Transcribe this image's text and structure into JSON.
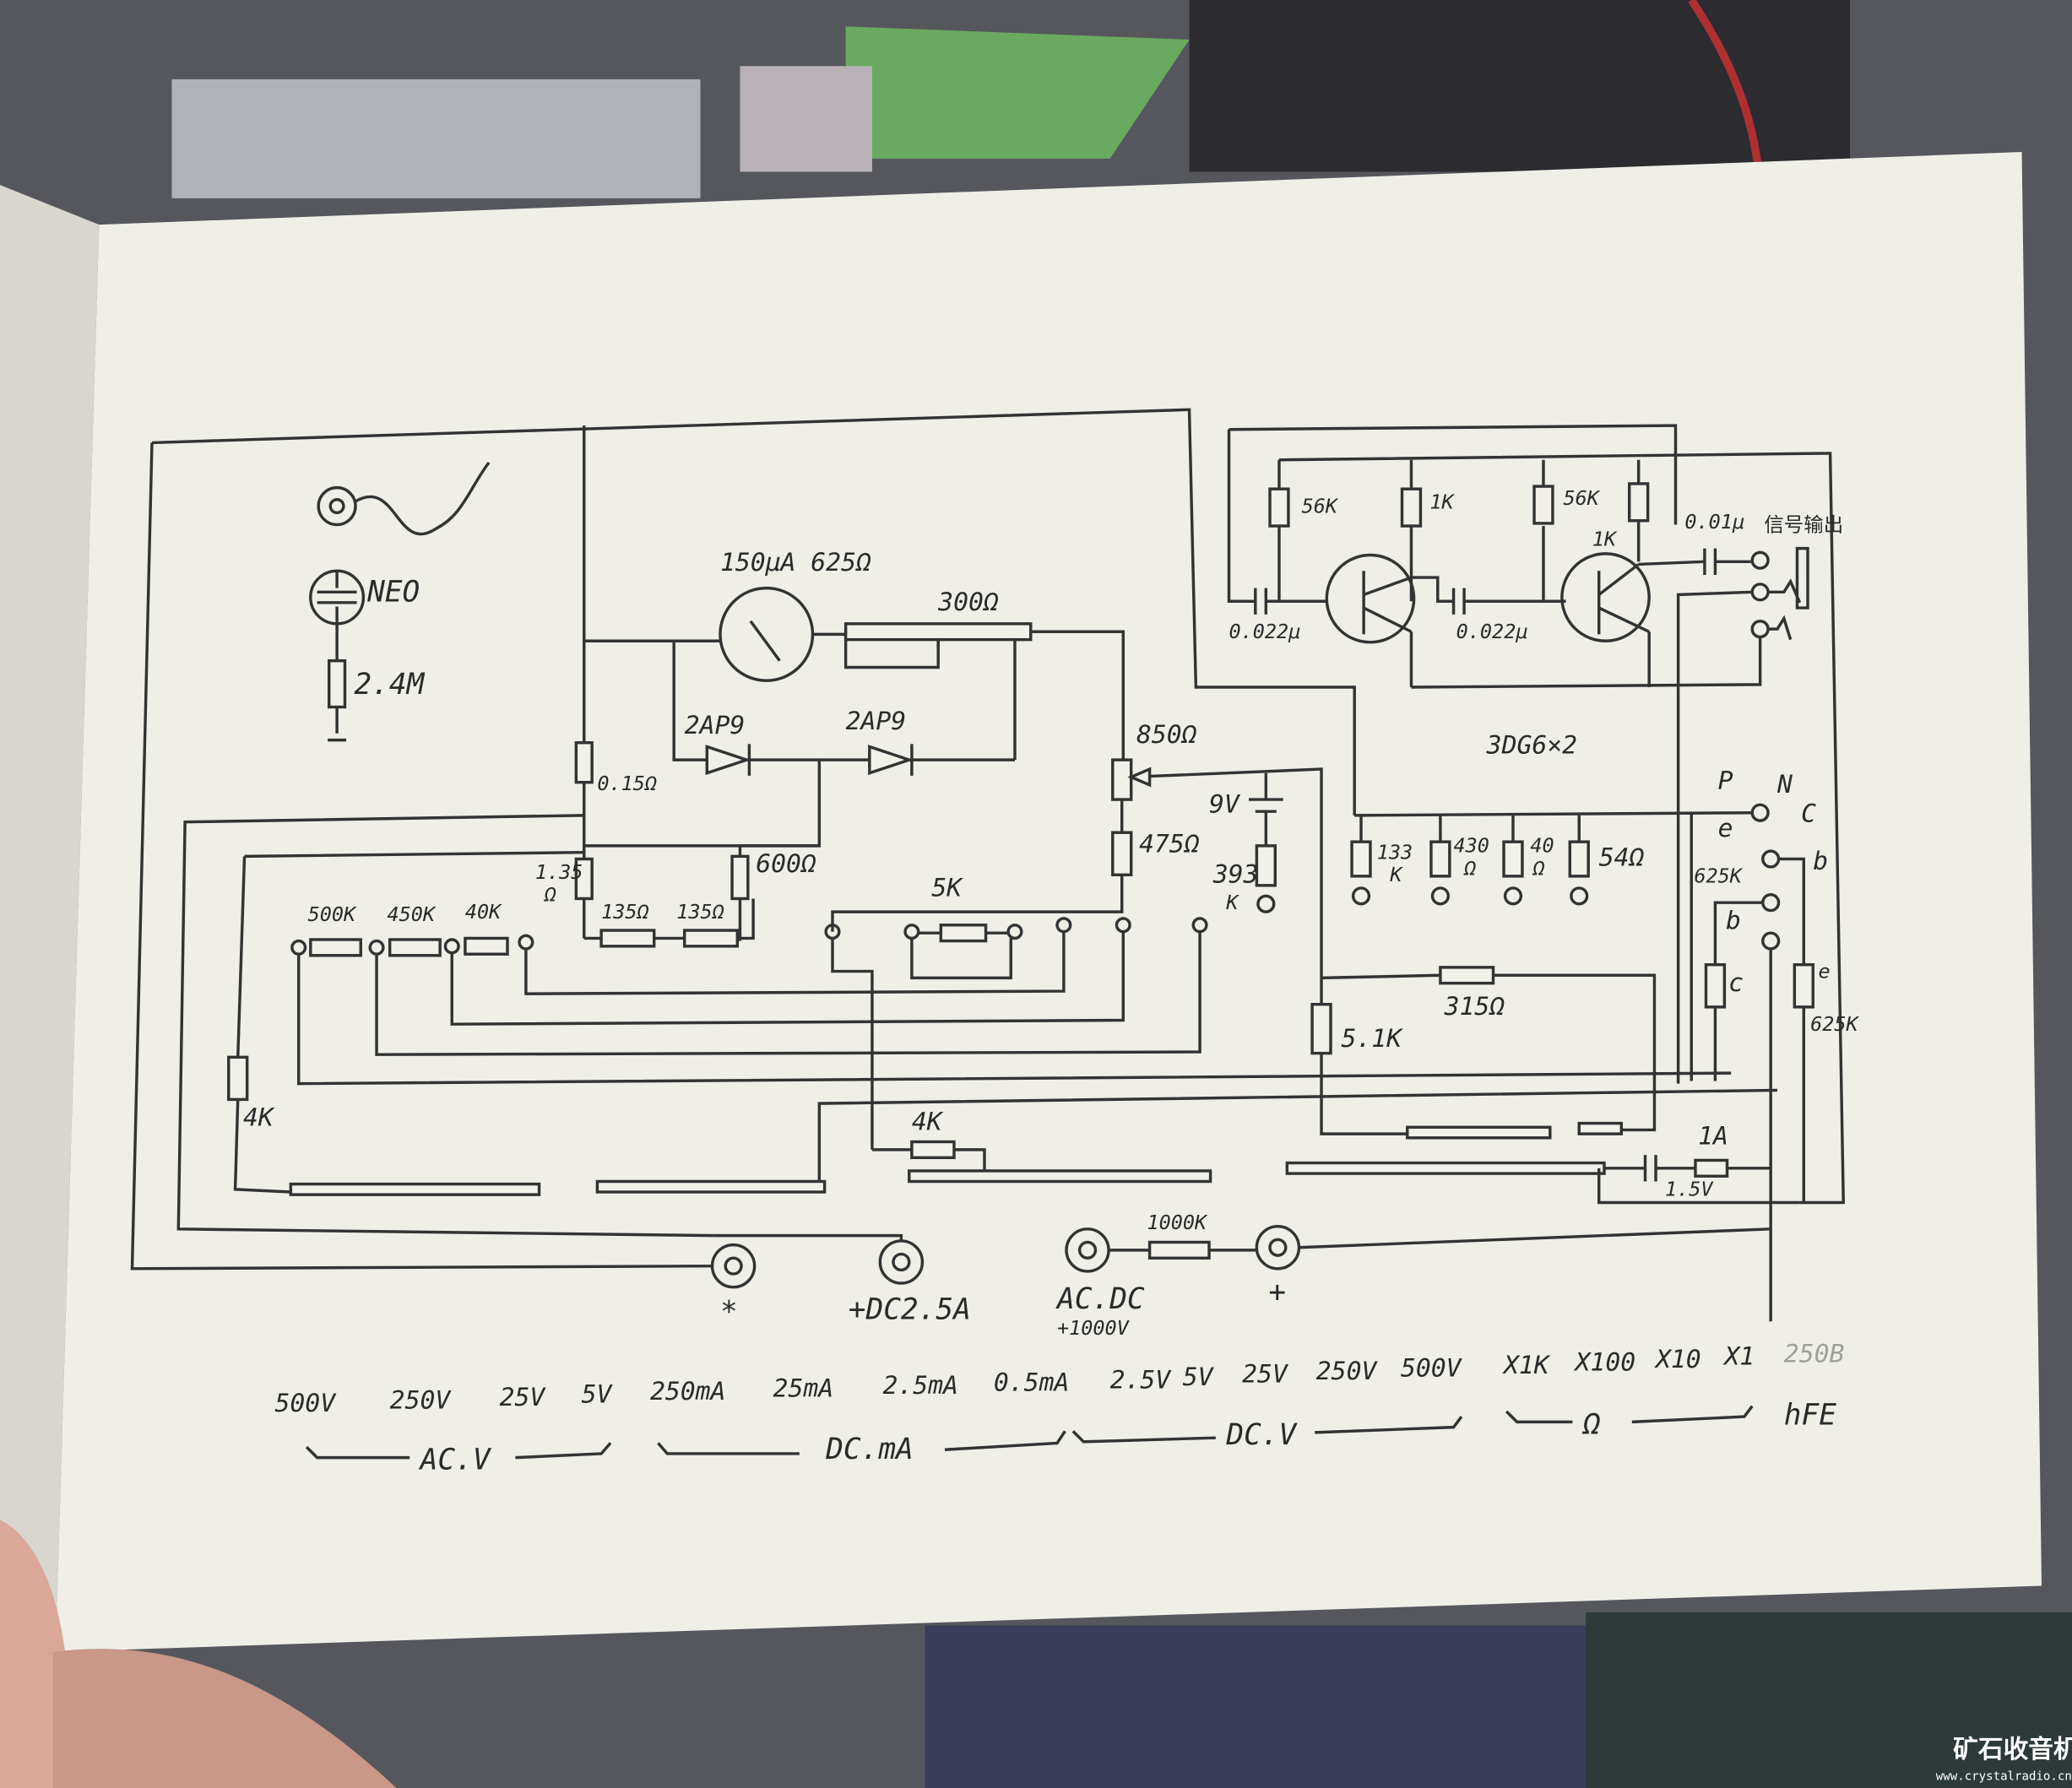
{
  "labels": {
    "neon": "NEO",
    "r_neon": "2.4M",
    "meter": "150μA 625Ω",
    "pot300": "300Ω",
    "diode1": "2AP9",
    "diode2": "2AP9",
    "r015": "0.15Ω",
    "pot850": "850Ω",
    "battery9": "9V",
    "r393": "393",
    "r393_unit": "K",
    "r475": "475Ω",
    "r135a": "1.35",
    "r135a_unit": "Ω",
    "r600": "600Ω",
    "r135b": "135Ω",
    "r135c": "135Ω",
    "r500k": "500K",
    "r450k": "450K",
    "r40k": "40K",
    "r5k": "5K",
    "r4k_left": "4K",
    "r4k_low": "4K",
    "r56k_1": "56K",
    "r1k_1": "1K",
    "r56k_2": "56K",
    "r1k_2": "1K",
    "c001": "0.01μ",
    "signal_out": "信号输出",
    "c0022_1": "0.022μ",
    "c0022_2": "0.022μ",
    "transistors": "3DG6×2",
    "p": "P",
    "n": "N",
    "e1": "e",
    "c1": "C",
    "b1": "b",
    "r625k_1": "625K",
    "b2": "b",
    "c2": "c",
    "e2": "e",
    "r625k_2": "625K",
    "r133k": "133",
    "r133k_unit": "K",
    "r430": "430",
    "r430_unit": "Ω",
    "r40": "40",
    "r40_unit": "Ω",
    "r54": "54Ω",
    "r315": "315Ω",
    "r51k": "5.1K",
    "fuse": "1A",
    "battery15": "1.5V",
    "r1000k": "1000K",
    "jack_common": "*",
    "jack_dc25a": "+DC2.5A",
    "jack_acdc": "AC.DC",
    "jack_acdc_sub": "+1000V",
    "jack_plus": "+"
  },
  "ranges": [
    "500V",
    "250V",
    "25V",
    "5V",
    "250mA",
    "25mA",
    "2.5mA",
    "0.5mA",
    "2.5V",
    "5V",
    "25V",
    "250V",
    "500V",
    "X1K",
    "X100",
    "X10",
    "X1",
    "250B"
  ],
  "groups": {
    "acv": "AC.V",
    "dcma": "DC.mA",
    "dcv": "DC.V",
    "ohm": "Ω",
    "hfe": "hFE"
  },
  "watermark": {
    "brand": "矿石收音机",
    "url": "www.crystalradio.cn"
  },
  "colors": {
    "paper": "#efefe8",
    "ink": "#333333"
  }
}
